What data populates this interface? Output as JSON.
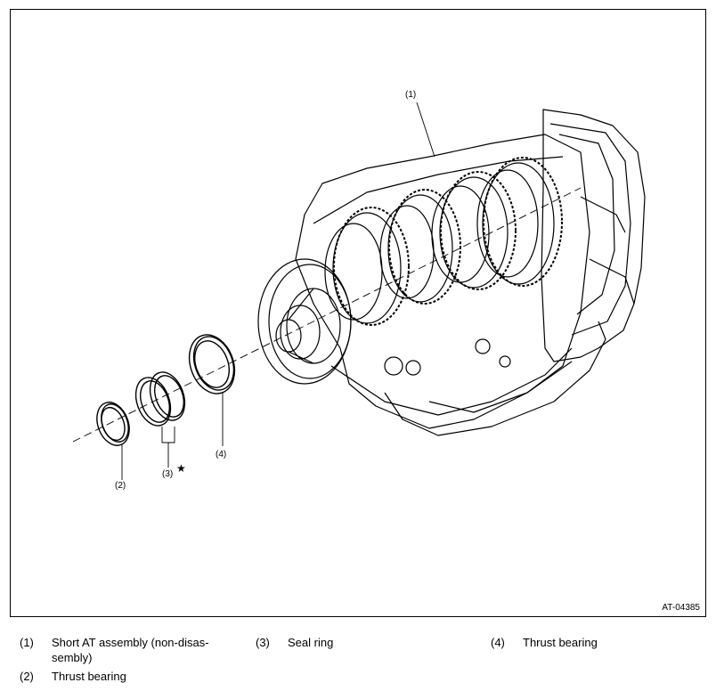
{
  "figure_code": "AT-04385",
  "callouts": {
    "c1": "(1)",
    "c2": "(2)",
    "c3": "(3)",
    "c3_mark": "★",
    "c4": "(4)"
  },
  "legend": [
    {
      "num": "(1)",
      "text": "Short AT assembly (non-disas-",
      "text2": "sembly)"
    },
    {
      "num": "(2)",
      "text": "Thrust bearing"
    },
    {
      "num": "(3)",
      "text": "Seal ring"
    },
    {
      "num": "(4)",
      "text": "Thrust bearing"
    }
  ]
}
